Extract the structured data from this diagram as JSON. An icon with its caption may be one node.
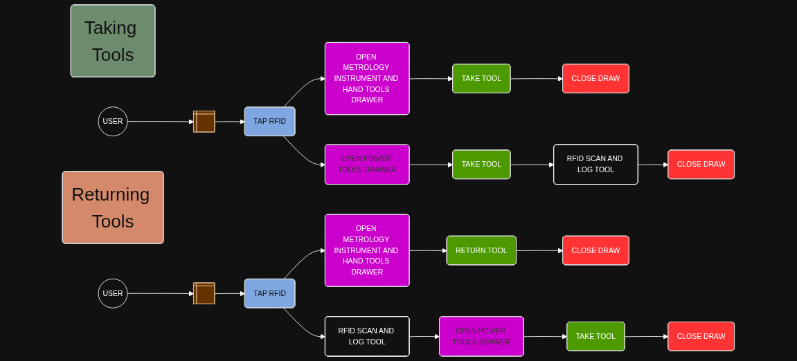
{
  "diagram": {
    "nodes": [
      {
        "text": [
          "Taking Tools"
        ]
      },
      {
        "text": [
          "USER"
        ]
      },
      {
        "text": [],
        "shape": "cabinet"
      },
      {
        "text": [
          "TAP RFID"
        ]
      },
      {
        "text": [
          "OPEN METROLOGY INSTRUMENT AND HAND TOOLS DRAWER"
        ]
      },
      {
        "text": [
          "TAKE TOOL"
        ]
      },
      {
        "text": [
          "CLOSE DRAW"
        ]
      },
      {
        "text": [
          "OPEN POWER TOOLS DRAWER"
        ]
      },
      {
        "text": [
          "TAKE TOOL"
        ]
      },
      {
        "text": [
          "RFID SCAN AND LOG TOOL"
        ]
      },
      {
        "text": [
          "CLOSE DRAW"
        ]
      },
      {
        "text": [
          "Returning Tools"
        ]
      },
      {
        "text": [
          "USER"
        ]
      },
      {
        "text": [],
        "shape": "cabinet"
      },
      {
        "text": [
          "TAP RFID"
        ]
      },
      {
        "text": [
          "OPEN METROLOGY INSTRUMENT AND HAND TOOLS DRAWER"
        ]
      },
      {
        "text": [
          "RETURN TOOL"
        ]
      },
      {
        "text": [
          "CLOSE DRAW"
        ]
      },
      {
        "text": [
          "RFID SCAN AND LOG TOOL"
        ]
      },
      {
        "text": [
          "OPEN POWER TOOLS DRAWER"
        ]
      },
      {
        "text": [
          "TAKE TOOL"
        ]
      },
      {
        "text": [
          "CLOSE DRAW"
        ]
      }
    ],
    "edges": [
      {
        "from": 1,
        "to": 2,
        "arrow": "to"
      },
      {
        "from": 2,
        "to": 3,
        "arrow": "to"
      },
      {
        "from": 3,
        "to": 4,
        "arrow": "to"
      },
      {
        "from": 3,
        "to": 7,
        "arrow": "to"
      },
      {
        "from": 4,
        "to": 5,
        "arrow": "to"
      },
      {
        "from": 5,
        "to": 6,
        "arrow": "to"
      },
      {
        "from": 7,
        "to": 8,
        "arrow": "to"
      },
      {
        "from": 8,
        "to": 9,
        "arrow": "to"
      },
      {
        "from": 9,
        "to": 10,
        "arrow": "to"
      },
      {
        "from": 12,
        "to": 13,
        "arrow": "to"
      },
      {
        "from": 13,
        "to": 14,
        "arrow": "to"
      },
      {
        "from": 14,
        "to": 15,
        "arrow": "to"
      },
      {
        "from": 14,
        "to": 18,
        "arrow": "to"
      },
      {
        "from": 15,
        "to": 16,
        "arrow": "to"
      },
      {
        "from": 16,
        "to": 17,
        "arrow": "to"
      },
      {
        "from": 18,
        "to": 19,
        "arrow": "to"
      },
      {
        "from": 19,
        "to": 20,
        "arrow": "to"
      },
      {
        "from": 20,
        "to": 21,
        "arrow": "to"
      }
    ]
  }
}
